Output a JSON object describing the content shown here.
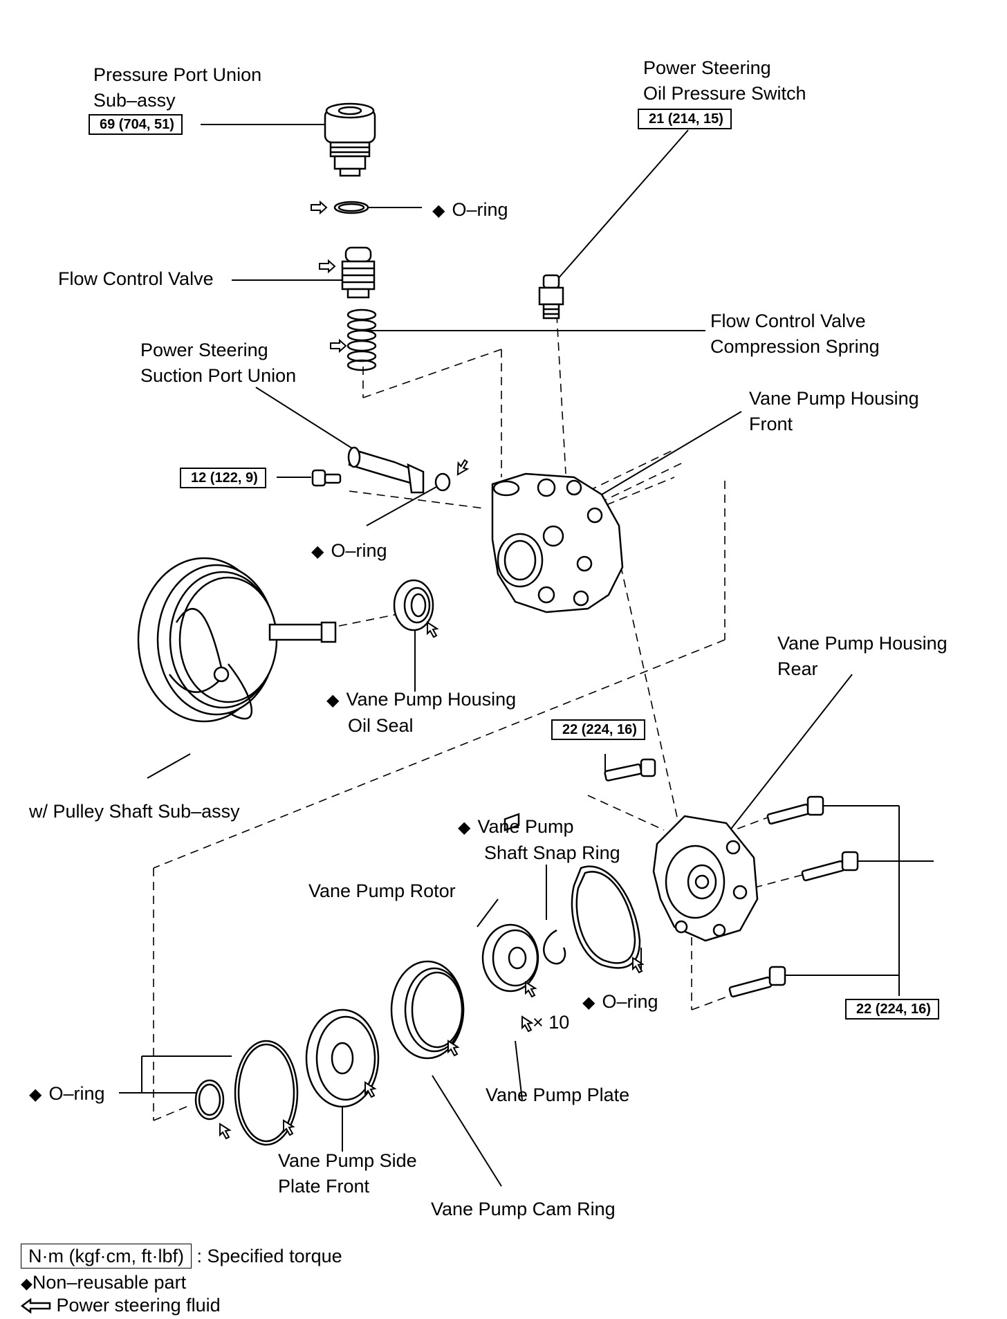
{
  "diagram": {
    "type": "exploded-parts-view",
    "subject": "Power steering vane pump components",
    "parts": [
      {
        "id": "pressure-port-union",
        "label_lines": [
          "Pressure Port Union",
          "Sub–assy"
        ],
        "torque": "69 (704, 51)",
        "non_reusable": false
      },
      {
        "id": "o-ring-pressure-port",
        "label_lines": [
          "O–ring"
        ],
        "non_reusable": true
      },
      {
        "id": "flow-control-valve",
        "label_lines": [
          "Flow Control Valve"
        ],
        "non_reusable": false
      },
      {
        "id": "flow-control-valve-spring",
        "label_lines": [
          "Flow Control Valve",
          "Compression Spring"
        ],
        "non_reusable": false
      },
      {
        "id": "oil-pressure-switch",
        "label_lines": [
          "Power Steering",
          "Oil Pressure Switch"
        ],
        "torque": "21 (214, 15)",
        "non_reusable": false
      },
      {
        "id": "suction-port-union",
        "label_lines": [
          "Power Steering",
          "Suction Port Union"
        ],
        "torque": "12 (122, 9)",
        "non_reusable": false
      },
      {
        "id": "o-ring-suction",
        "label_lines": [
          "O–ring"
        ],
        "non_reusable": true
      },
      {
        "id": "housing-front",
        "label_lines": [
          "Vane Pump Housing",
          "Front"
        ],
        "non_reusable": false
      },
      {
        "id": "oil-seal",
        "label_lines": [
          "Vane Pump Housing",
          "Oil Seal"
        ],
        "non_reusable": true
      },
      {
        "id": "pulley-shaft",
        "label_lines": [
          "w/ Pulley Shaft Sub–assy"
        ],
        "non_reusable": false
      },
      {
        "id": "housing-rear",
        "label_lines": [
          "Vane Pump Housing",
          "Rear"
        ],
        "non_reusable": false
      },
      {
        "id": "housing-rear-bolt-top",
        "torque": "22 (224, 16)"
      },
      {
        "id": "housing-rear-bolts",
        "torque": "22 (224, 16)"
      },
      {
        "id": "snap-ring",
        "label_lines": [
          "Vane Pump",
          "Shaft Snap Ring"
        ],
        "non_reusable": true
      },
      {
        "id": "rotor",
        "label_lines": [
          "Vane Pump Rotor"
        ],
        "non_reusable": false
      },
      {
        "id": "o-ring-rear",
        "label_lines": [
          "O–ring"
        ],
        "non_reusable": true
      },
      {
        "id": "vane-plate",
        "label_lines": [
          "Vane Pump Plate"
        ],
        "quantity": "× 10",
        "non_reusable": false
      },
      {
        "id": "o-ring-side-plate",
        "label_lines": [
          "O–ring"
        ],
        "non_reusable": true
      },
      {
        "id": "side-plate-front",
        "label_lines": [
          "Vane Pump Side",
          "Plate Front"
        ],
        "non_reusable": false
      },
      {
        "id": "cam-ring",
        "label_lines": [
          "Vane Pump Cam Ring"
        ],
        "non_reusable": false
      }
    ]
  },
  "labels": {
    "pressure_port_1": "Pressure Port Union",
    "pressure_port_2": "Sub–assy",
    "pressure_port_torque": "69 (704, 51)",
    "oring_top": "O–ring",
    "fcv": "Flow Control Valve",
    "fcv_spring_1": "Flow Control Valve",
    "fcv_spring_2": "Compression Spring",
    "ops_1": "Power Steering",
    "ops_2": "Oil Pressure Switch",
    "ops_torque": "21 (214, 15)",
    "suction_1": "Power Steering",
    "suction_2": "Suction Port Union",
    "suction_torque": "12 (122, 9)",
    "oring_suction": "O–ring",
    "housing_front_1": "Vane Pump Housing",
    "housing_front_2": "Front",
    "oil_seal_1": "Vane Pump Housing",
    "oil_seal_2": "Oil Seal",
    "pulley": "w/ Pulley Shaft Sub–assy",
    "housing_rear_1": "Vane Pump Housing",
    "housing_rear_2": "Rear",
    "rear_bolt_top_torque": "22 (224, 16)",
    "rear_bolts_torque": "22 (224, 16)",
    "snap_ring_1": "Vane Pump",
    "snap_ring_2": "Shaft Snap Ring",
    "rotor": "Vane Pump Rotor",
    "oring_rear": "O–ring",
    "vane_qty": "× 10",
    "vane_plate": "Vane Pump Plate",
    "oring_left": "O–ring",
    "side_plate_1": "Vane Pump Side",
    "side_plate_2": "Plate Front",
    "cam_ring": "Vane Pump Cam Ring"
  },
  "symbols": {
    "diamond": "◆",
    "non_reusable_icon": "filled-diamond",
    "fluid_icon": "hollow-arrow"
  },
  "legend": {
    "torque_units": "N·m (kgf·cm, ft·lbf)",
    "torque_desc": ": Specified torque",
    "non_reusable": "Non–reusable part",
    "fluid": "Power steering fluid"
  }
}
